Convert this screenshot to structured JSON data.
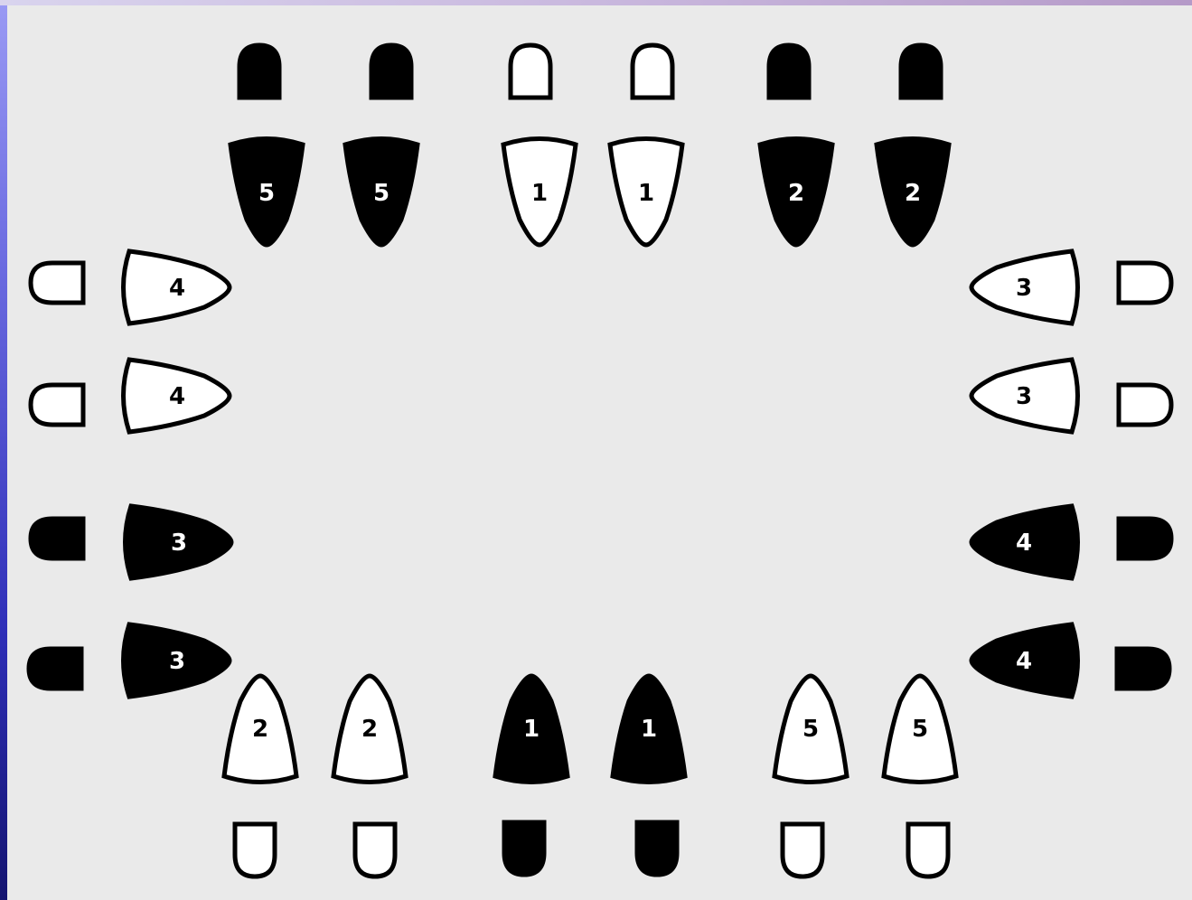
{
  "colors": {
    "panel_background": "#eaeaea",
    "ink": "#000000",
    "hollow_fill": "#ffffff"
  },
  "upper_row": {
    "prints": [
      {
        "label": "5",
        "style": "filled"
      },
      {
        "label": "5",
        "style": "filled"
      },
      {
        "label": "1",
        "style": "outline"
      },
      {
        "label": "1",
        "style": "outline"
      },
      {
        "label": "2",
        "style": "filled"
      },
      {
        "label": "2",
        "style": "filled"
      }
    ]
  },
  "lower_row": {
    "prints": [
      {
        "label": "2",
        "style": "outline"
      },
      {
        "label": "2",
        "style": "outline"
      },
      {
        "label": "1",
        "style": "filled"
      },
      {
        "label": "1",
        "style": "filled"
      },
      {
        "label": "5",
        "style": "outline"
      },
      {
        "label": "5",
        "style": "outline"
      }
    ]
  },
  "left_column": {
    "prints": [
      {
        "label": "4",
        "style": "outline"
      },
      {
        "label": "4",
        "style": "outline"
      },
      {
        "label": "3",
        "style": "filled"
      },
      {
        "label": "3",
        "style": "filled"
      }
    ]
  },
  "right_column": {
    "prints": [
      {
        "label": "3",
        "style": "outline"
      },
      {
        "label": "3",
        "style": "outline"
      },
      {
        "label": "4",
        "style": "filled"
      },
      {
        "label": "4",
        "style": "filled"
      }
    ]
  }
}
